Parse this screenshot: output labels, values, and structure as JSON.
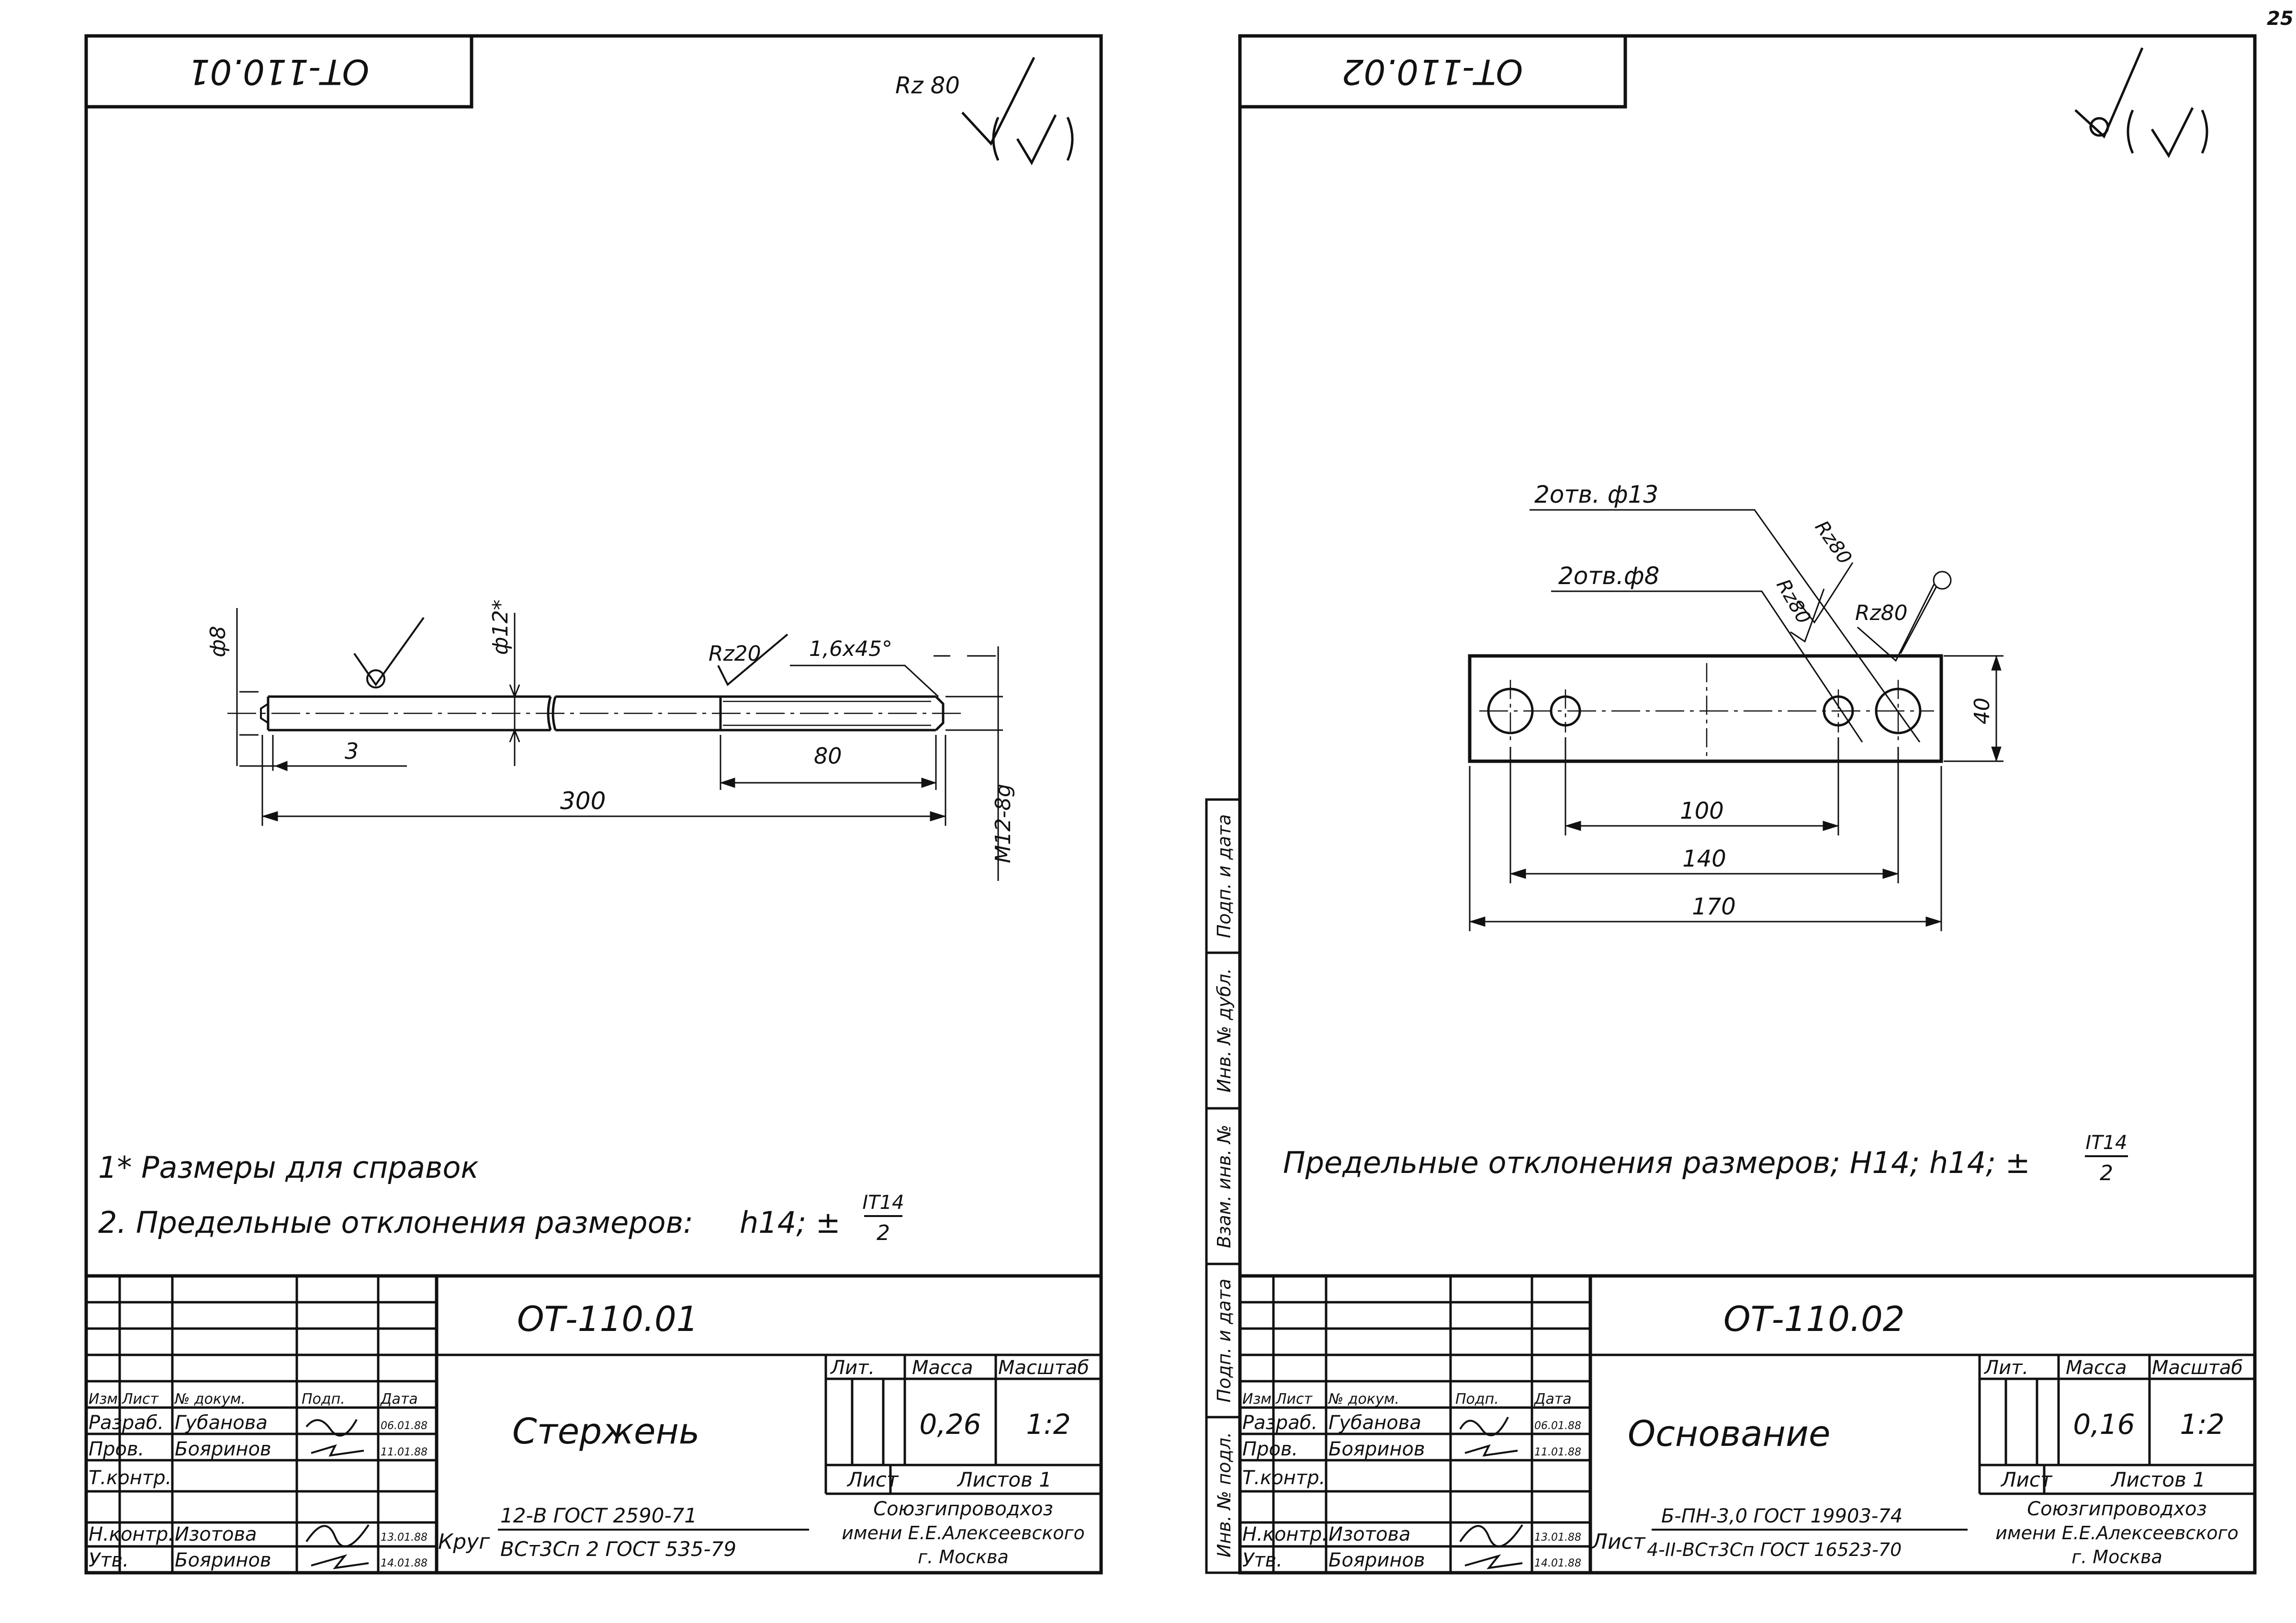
{
  "page_number": "25",
  "left": {
    "corner_stamp": "ОТ-110.01",
    "surface_finish": "Rz 80",
    "drawing": {
      "dia_8": "ф8",
      "dia_12": "ф12*",
      "rz20": "Rz20",
      "chamfer": "1,6х45°",
      "dim_3": "3",
      "dim_80": "80",
      "dim_300": "300",
      "thread": "M12-8g"
    },
    "notes": {
      "note1": "1* Размеры для справок",
      "note2": "2. Предельные отклонения размеров:",
      "tol": "h14; ±",
      "frac_num": "IT14",
      "frac_den": "2"
    },
    "title_block": {
      "designation": "ОТ-110.01",
      "part_name": "Стержень",
      "col_headers": [
        "Изм",
        "Лист",
        "№ докум.",
        "Подп.",
        "Дата"
      ],
      "rows": [
        {
          "role": "Разраб.",
          "name": "Губанова",
          "date": "06.01.88"
        },
        {
          "role": "Пров.",
          "name": "Бояринов",
          "date": "11.01.88"
        },
        {
          "role": "Т.контр.",
          "name": "",
          "date": ""
        },
        {
          "role": "Н.контр.",
          "name": "Изотова",
          "date": "13.01.88"
        },
        {
          "role": "Утв.",
          "name": "Бояринов",
          "date": "14.01.88"
        }
      ],
      "lit_label": "Лит.",
      "mass_label": "Масса",
      "scale_label": "Масштаб",
      "mass": "0,26",
      "scale": "1:2",
      "sheet_label": "Лист",
      "sheets_label": "Листов 1",
      "material_prefix": "Круг",
      "material_line1": "12-В ГОСТ 2590-71",
      "material_line2": "ВСт3Сп 2 ГОСТ 535-79",
      "org1": "Союзгипроводхоз",
      "org2": "имени Е.Е.Алексеевского",
      "org3": "г. Москва"
    }
  },
  "right": {
    "corner_stamp": "ОТ-110.02",
    "drawing": {
      "hole13": "2отв. ф13",
      "hole8": "2отв.ф8",
      "rz80_a": "Rz80",
      "rz80_b": "Rz80",
      "rz80_c": "Rz80",
      "dim_40": "40",
      "dim_100": "100",
      "dim_140": "140",
      "dim_170": "170"
    },
    "notes": {
      "note1": "Предельные отклонения размеров; H14; h14; ±",
      "frac_num": "IT14",
      "frac_den": "2"
    },
    "side_strip": [
      "Подп. и дата",
      "Инв. № дубл.",
      "Взам. инв. №",
      "Подп. и дата",
      "Инв. № подл."
    ],
    "title_block": {
      "designation": "ОТ-110.02",
      "part_name": "Основание",
      "col_headers": [
        "Изм",
        "Лист",
        "№ докум.",
        "Подп.",
        "Дата"
      ],
      "rows": [
        {
          "role": "Разраб.",
          "name": "Губанова",
          "date": "06.01.88"
        },
        {
          "role": "Пров.",
          "name": "Бояринов",
          "date": "11.01.88"
        },
        {
          "role": "Т.контр.",
          "name": "",
          "date": ""
        },
        {
          "role": "Н.контр.",
          "name": "Изотова",
          "date": "13.01.88"
        },
        {
          "role": "Утв.",
          "name": "Бояринов",
          "date": "14.01.88"
        }
      ],
      "lit_label": "Лит.",
      "mass_label": "Масса",
      "scale_label": "Масштаб",
      "mass": "0,16",
      "scale": "1:2",
      "sheet_label": "Лист",
      "sheets_label": "Листов 1",
      "material_prefix": "Лист",
      "material_line1": "Б-ПН-3,0 ГОСТ 19903-74",
      "material_line2": "4-II-ВСт3Сп ГОСТ 16523-70",
      "org1": "Союзгипроводхоз",
      "org2": "имени Е.Е.Алексеевского",
      "org3": "г. Москва"
    }
  }
}
